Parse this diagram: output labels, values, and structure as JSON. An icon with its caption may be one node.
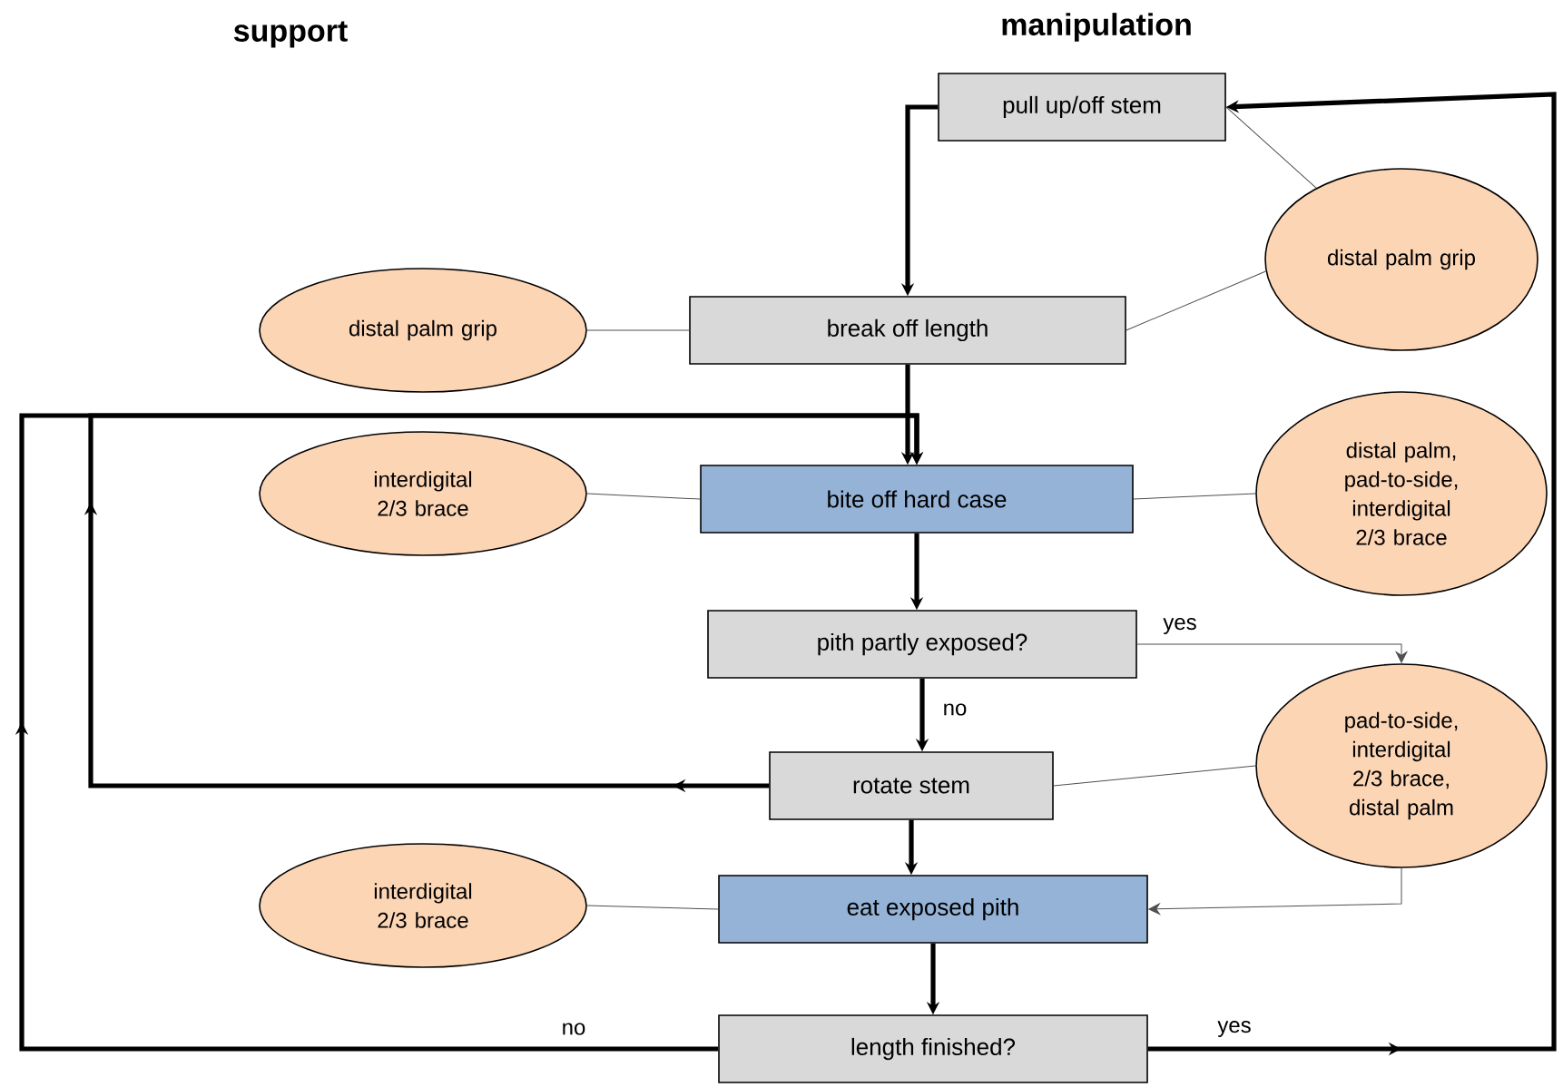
{
  "diagram": {
    "nodes": [
      {
        "text": [
          "pull up/off stem"
        ]
      },
      {
        "text": [
          "distal palm grip"
        ]
      },
      {
        "text": [
          "distal palm grip"
        ]
      },
      {
        "text": [
          "break off length"
        ]
      },
      {
        "text": [
          "interdigital 2/3 brace"
        ]
      },
      {
        "text": [
          "bite off hard case"
        ]
      },
      {
        "text": [
          "distal palm, pad-to-side, interdigital 2/3 brace"
        ]
      },
      {
        "text": [
          "pith partly exposed?"
        ]
      },
      {
        "text": [
          "rotate stem"
        ]
      },
      {
        "text": [
          "pad-to-side, interdigital 2/3 brace, distal palm"
        ]
      },
      {
        "text": [
          "interdigital 2/3 brace"
        ]
      },
      {
        "text": [
          "eat exposed pith"
        ]
      },
      {
        "text": [
          "length finished?"
        ]
      }
    ],
    "edges": [
      {
        "from": 0,
        "to": 3,
        "arrow": "to",
        "style": "thick"
      },
      {
        "from": 1,
        "to": 0,
        "arrow": "none"
      },
      {
        "from": 2,
        "to": 3,
        "arrow": "none"
      },
      {
        "from": 3,
        "to": 1,
        "arrow": "none"
      },
      {
        "from": 3,
        "to": 5,
        "arrow": "to",
        "style": "thick"
      },
      {
        "from": 4,
        "to": 5,
        "arrow": "none"
      },
      {
        "from": 5,
        "to": 6,
        "arrow": "none"
      },
      {
        "from": 5,
        "to": 7,
        "arrow": "to",
        "style": "thick"
      },
      {
        "from": 7,
        "to": 9,
        "arrow": "to",
        "label": "yes"
      },
      {
        "from": 7,
        "to": 8,
        "arrow": "to",
        "label": "no",
        "style": "thick"
      },
      {
        "from": 8,
        "to": 5,
        "arrow": "to",
        "style": "thick"
      },
      {
        "from": 8,
        "to": 9,
        "arrow": "none"
      },
      {
        "from": 8,
        "to": 11,
        "arrow": "to",
        "style": "thick"
      },
      {
        "from": 10,
        "to": 11,
        "arrow": "none"
      },
      {
        "from": 9,
        "to": 11,
        "arrow": "to"
      },
      {
        "from": 11,
        "to": 12,
        "arrow": "to",
        "style": "thick"
      },
      {
        "from": 12,
        "to": 5,
        "arrow": "to",
        "label": "no",
        "style": "thick"
      },
      {
        "from": 12,
        "to": 0,
        "arrow": "to",
        "label": "yes",
        "style": "thick"
      }
    ],
    "labels": [
      "support",
      "manipulation"
    ]
  }
}
